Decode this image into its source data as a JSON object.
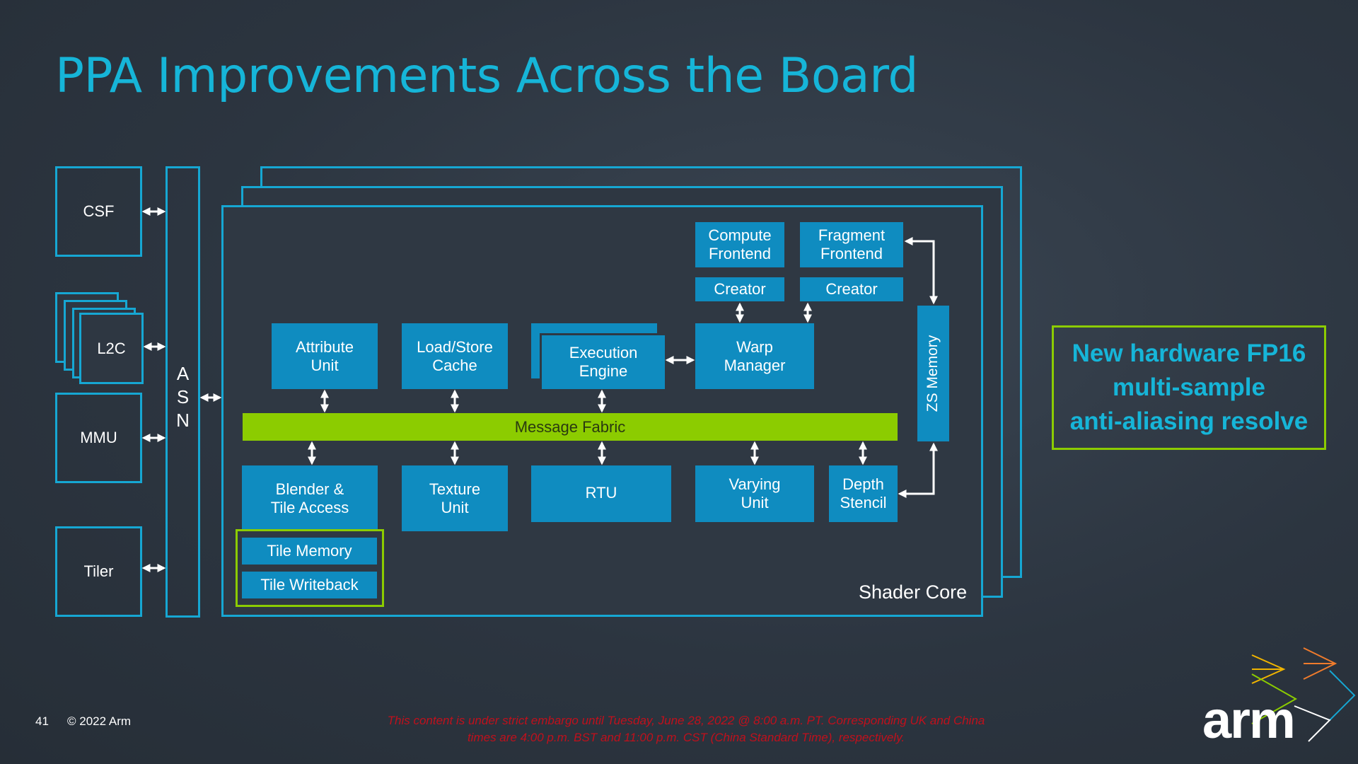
{
  "slide": {
    "title": "PPA Improvements Across the Board",
    "page_number": "41",
    "copyright": "© 2022 Arm",
    "embargo": "This content is under strict embargo until Tuesday, June 28, 2022 @ 8:00 a.m. PT. Corresponding UK and China\ntimes are 4:00 p.m. BST and 11:00 p.m. CST (China Standard Time), respectively.",
    "logo": "arm"
  },
  "left": {
    "csf": "CSF",
    "l2c": "L2C",
    "mmu": "MMU",
    "tiler": "Tiler",
    "asn": "A\nS\nN"
  },
  "shader_core": {
    "label": "Shader Core",
    "compute_frontend": "Compute\nFrontend",
    "fragment_frontend": "Fragment\nFrontend",
    "creator_compute": "Creator",
    "creator_fragment": "Creator",
    "attribute_unit": "Attribute\nUnit",
    "load_store_cache": "Load/Store\nCache",
    "execution_engine": "Execution\nEngine",
    "warp_manager": "Warp\nManager",
    "zs_memory": "ZS Memory",
    "message_fabric": "Message Fabric",
    "blender": "Blender &\nTile Access",
    "texture_unit": "Texture\nUnit",
    "rtu": "RTU",
    "varying_unit": "Varying\nUnit",
    "depth_stencil": "Depth\nStencil",
    "tile_memory": "Tile Memory",
    "tile_writeback": "Tile Writeback"
  },
  "callout": "New hardware FP16\nmulti-sample\nanti-aliasing resolve",
  "colors": {
    "title": "#16b5d8",
    "block": "#0f8cc0",
    "outline": "#16a7d3",
    "fabric": "#8ccc00",
    "embargo": "#c0101c"
  }
}
